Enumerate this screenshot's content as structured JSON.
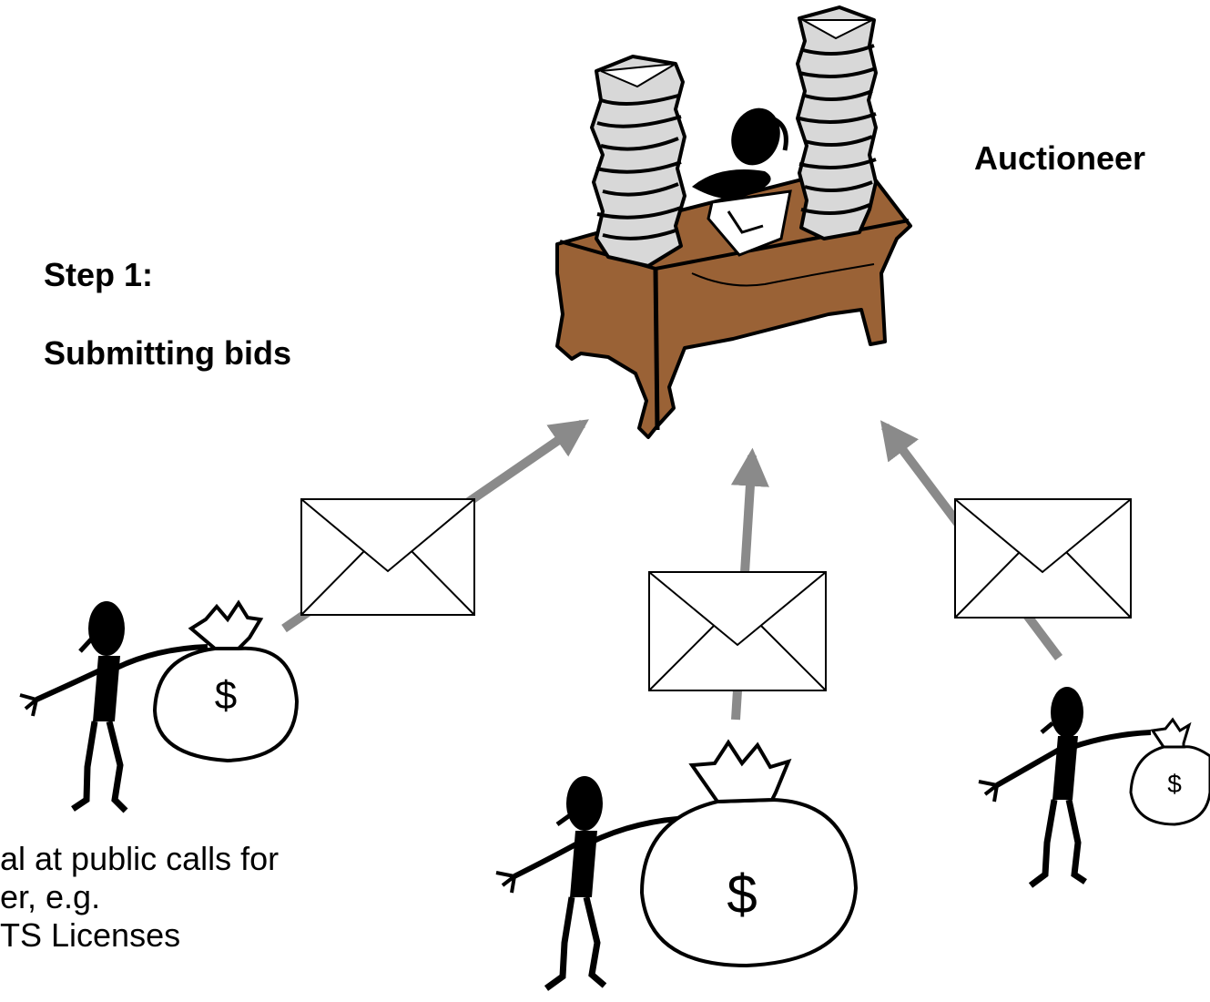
{
  "title_role": "Auctioneer",
  "step_label": "Step 1:",
  "step_title": "Submitting bids",
  "caption_lines": [
    "al at public calls for",
    "er, e.g.",
    "TS Licenses"
  ],
  "bag_symbol": "$",
  "icons": [
    "desk-icon",
    "paper-stack-icon",
    "auctioneer-figure-icon",
    "envelope-icon",
    "arrow-icon",
    "bidder-figure-icon",
    "money-bag-icon"
  ],
  "colors": {
    "desk": "#9a6236",
    "arrow": "#8a8a8a",
    "paper": "#d8d8d8",
    "ink": "#000000"
  }
}
